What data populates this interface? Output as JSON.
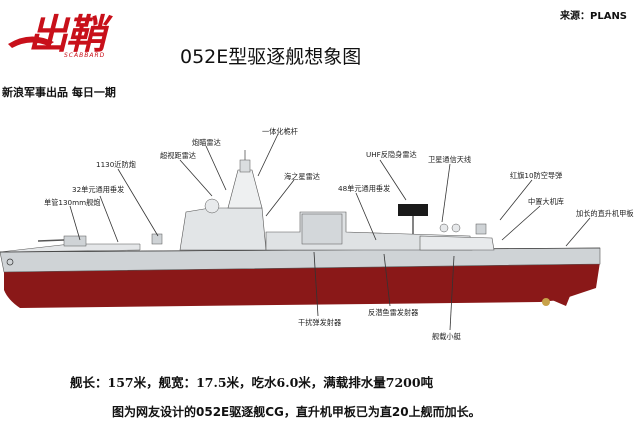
{
  "header": {
    "logo_text": "出鞘",
    "logo_sub": "SCABBARD",
    "brand_line": "新浪军事出品 每日一期",
    "source": "来源：PLANS",
    "title": "052E型驱逐舰想象图"
  },
  "labels": {
    "main_gun": "单管130mm舰炮",
    "ciws": "1130近防炮",
    "vls32": "32单元通用垂发",
    "radar_sr": "超视距雷达",
    "radar_fc": "炮瞄雷达",
    "mast": "一体化桅杆",
    "radar_sea": "海之星雷达",
    "vls48": "48单元通用垂发",
    "uhf": "UHF反隐身雷达",
    "satcom": "卫星通信天线",
    "hq10": "红旗10防空导弹",
    "hangar": "中置大机库",
    "flightdeck": "加长的直升机甲板",
    "decoy": "干扰弹发射器",
    "asw": "反潜鱼雷发射器",
    "boat": "舰载小艇"
  },
  "specs": "舰长：157米，舰宽：17.5米，吃水6.0米，满载排水量7200吨",
  "caption": "图为网友设计的052E驱逐舰CG，直升机甲板已为直20上舰而加长。",
  "colors": {
    "hull_gray": "#d9dcdf",
    "hull_red": "#8a1818",
    "logo_red": "#c8101a"
  }
}
